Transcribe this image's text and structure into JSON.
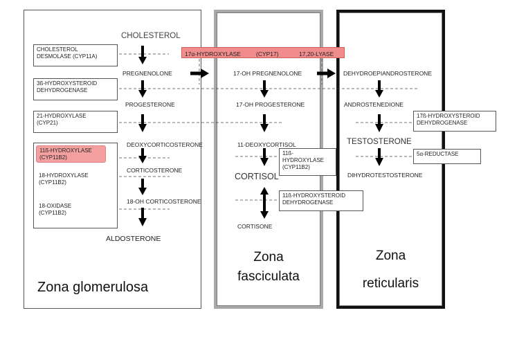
{
  "zones": {
    "glomerulosa": "Zona glomerulosa",
    "fasciculata_line1": "Zona",
    "fasciculata_line2": "fasciculata",
    "reticularis_line1": "Zona",
    "reticularis_line2": "reticularis"
  },
  "steroids": {
    "cholesterol": "CHOLESTEROL",
    "pregnenolone": "PREGNENOLONE",
    "progesterone": "PROGESTERONE",
    "deoxycorticosterone": "DEOXYCORTICOSTERONE",
    "corticosterone": "CORTICOSTERONE",
    "oh18_corticosterone": "18-OH CORTICOSTERONE",
    "aldosterone": "ALDOSTERONE",
    "oh17_pregnenolone": "17-OH PREGNENOLONE",
    "oh17_progesterone": "17-OH PROGESTERONE",
    "deoxycortisol": "11-DEOXYCORTISOL",
    "cortisol": "CORTISOL",
    "cortisone": "CORTISONE",
    "dhea": "DEHYDROEPIANDROSTERONE",
    "androstenedione": "ANDROSTENEDIONE",
    "testosterone": "TESTOSTERONE",
    "dht": "DIHYDROTESTOSTERONE"
  },
  "enzymes": {
    "desmolase_1": "CHOLESTEROL",
    "desmolase_2": "DESMOLASE (CYP11A)",
    "hsd3b_1": "3ß-HYDROXYSTEROID",
    "hsd3b_2": "DEHYDROGENASE",
    "cyp21_1": "21-HYDROXYLASE",
    "cyp21_2": "(CYP21)",
    "cyp11b2a_1": "11ß-HYDROXYLASE",
    "cyp11b2a_2": "(CYP11B2)",
    "cyp11b2b_1": "18-HYDROXYLASE",
    "cyp11b2b_2": "(CYP11B2)",
    "cyp11b2c_1": "18-OXIDASE",
    "cyp11b2c_2": "(CYP11B2)",
    "cyp17_a": "17α-HYDROXYLASE",
    "cyp17_b": "(CYP17)",
    "cyp17_c": "17,20-LYASE",
    "cyp11b1_1": "11ß-",
    "cyp11b1_2": "HYDROXYLASE",
    "cyp11b1_3": "(CYP11B2)",
    "hsd11b_1": "11ß-HYDROXYSTEROID",
    "hsd11b_2": "DEHYDROGENASE",
    "hsd17b_1": "17ß-HYDROXYSTEROID",
    "hsd17b_2": "DEHYDROGENASE",
    "reductase": "5α-REDUCTASE"
  },
  "colors": {
    "highlight": "#f08c8c",
    "highlight_border": "#d06060",
    "arrow": "#000000",
    "zone_border_glomerulosa": "#555555",
    "zone_border_fasciculata": "#999999",
    "zone_border_reticularis": "#111111"
  }
}
